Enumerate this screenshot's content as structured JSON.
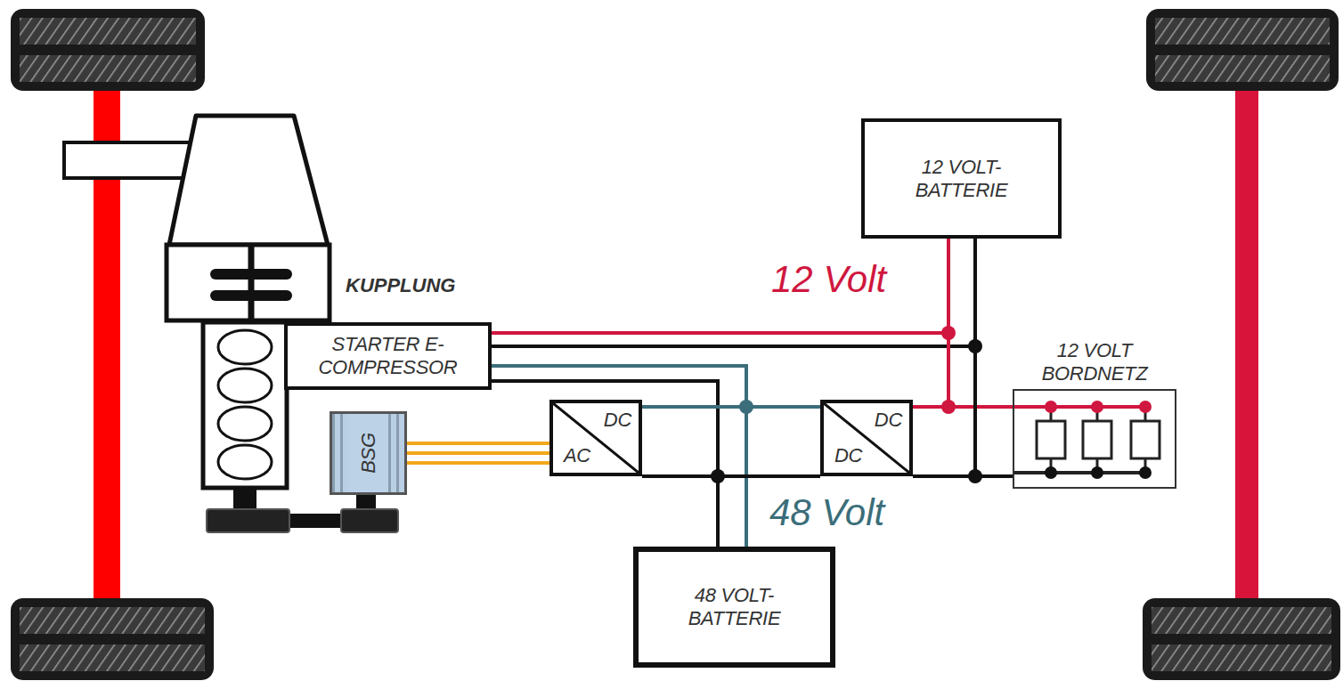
{
  "diagram": {
    "nodes": [
      {
        "text": [
          "12 VOLT- BATTERIE"
        ]
      },
      {
        "text": [
          "STARTER E-COMPRESSOR"
        ]
      },
      {
        "text": [
          "12 VOLT BORDNETZ"
        ]
      },
      {
        "text": [
          "DC",
          "AC"
        ]
      },
      {
        "text": [
          "DC",
          "DC"
        ]
      },
      {
        "text": [
          "48 VOLT- BATTERIE"
        ]
      },
      {
        "text": [
          "BSG"
        ]
      }
    ],
    "edges": [
      {
        "from": 1,
        "to": 0,
        "arrow": "none"
      },
      {
        "from": 1,
        "to": 0,
        "arrow": "none"
      },
      {
        "from": 4,
        "to": 0,
        "arrow": "none"
      },
      {
        "from": 4,
        "to": 2,
        "arrow": "none"
      },
      {
        "from": 4,
        "to": 0,
        "arrow": "none"
      },
      {
        "from": 4,
        "to": 2,
        "arrow": "none"
      },
      {
        "from": 1,
        "to": 5,
        "arrow": "none"
      },
      {
        "from": 1,
        "to": 5,
        "arrow": "none"
      },
      {
        "from": 3,
        "to": 4,
        "arrow": "none"
      },
      {
        "from": 3,
        "to": 5,
        "arrow": "none"
      },
      {
        "from": 3,
        "to": 5,
        "arrow": "none"
      },
      {
        "from": 3,
        "to": 4,
        "arrow": "none"
      },
      {
        "from": 6,
        "to": 3,
        "arrow": "none"
      }
    ],
    "labels": [
      "KUPPLUNG",
      "12 Volt",
      "48 Volt"
    ]
  }
}
